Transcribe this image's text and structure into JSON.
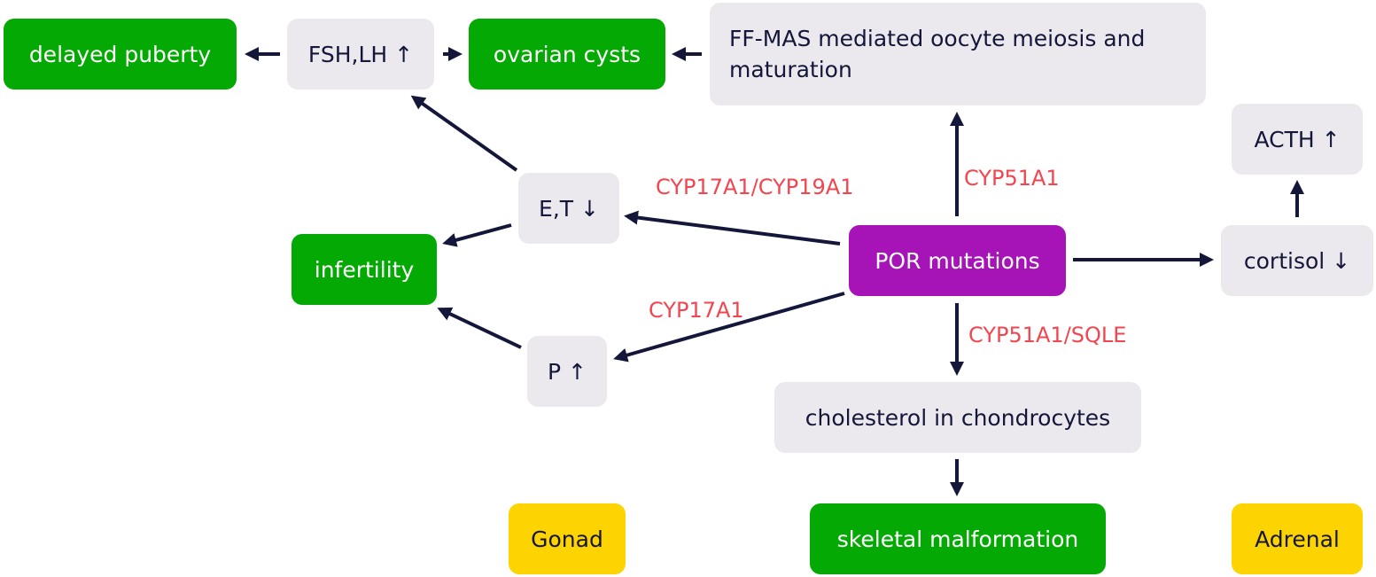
{
  "nodes": {
    "delayed_puberty": "delayed puberty",
    "fsh_lh": "FSH,LH ↑",
    "ovarian_cysts": "ovarian cysts",
    "ffmas": "FF-MAS mediated oocyte meiosis and maturation",
    "acth": "ACTH ↑",
    "et": "E,T ↓",
    "infertility": "infertility",
    "por": "POR mutations",
    "cortisol": "cortisol ↓",
    "p": "P ↑",
    "cholesterol": "cholesterol in chondrocytes",
    "skeletal": "skeletal malformation",
    "gonad": "Gonad",
    "adrenal": "Adrenal"
  },
  "enzymes": {
    "cyp17a1_cyp19a1": "CYP17A1/CYP19A1",
    "cyp51a1": "CYP51A1",
    "cyp17a1": "CYP17A1",
    "cyp51a1_sqle": "CYP51A1/SQLE"
  },
  "colors": {
    "effect_box": "#04a904",
    "intermediate_box": "#ece9ee",
    "source_box": "#a614b8",
    "tissue_label": "#fed400",
    "enzyme_text": "#f2454f",
    "arrow": "#14163a"
  }
}
